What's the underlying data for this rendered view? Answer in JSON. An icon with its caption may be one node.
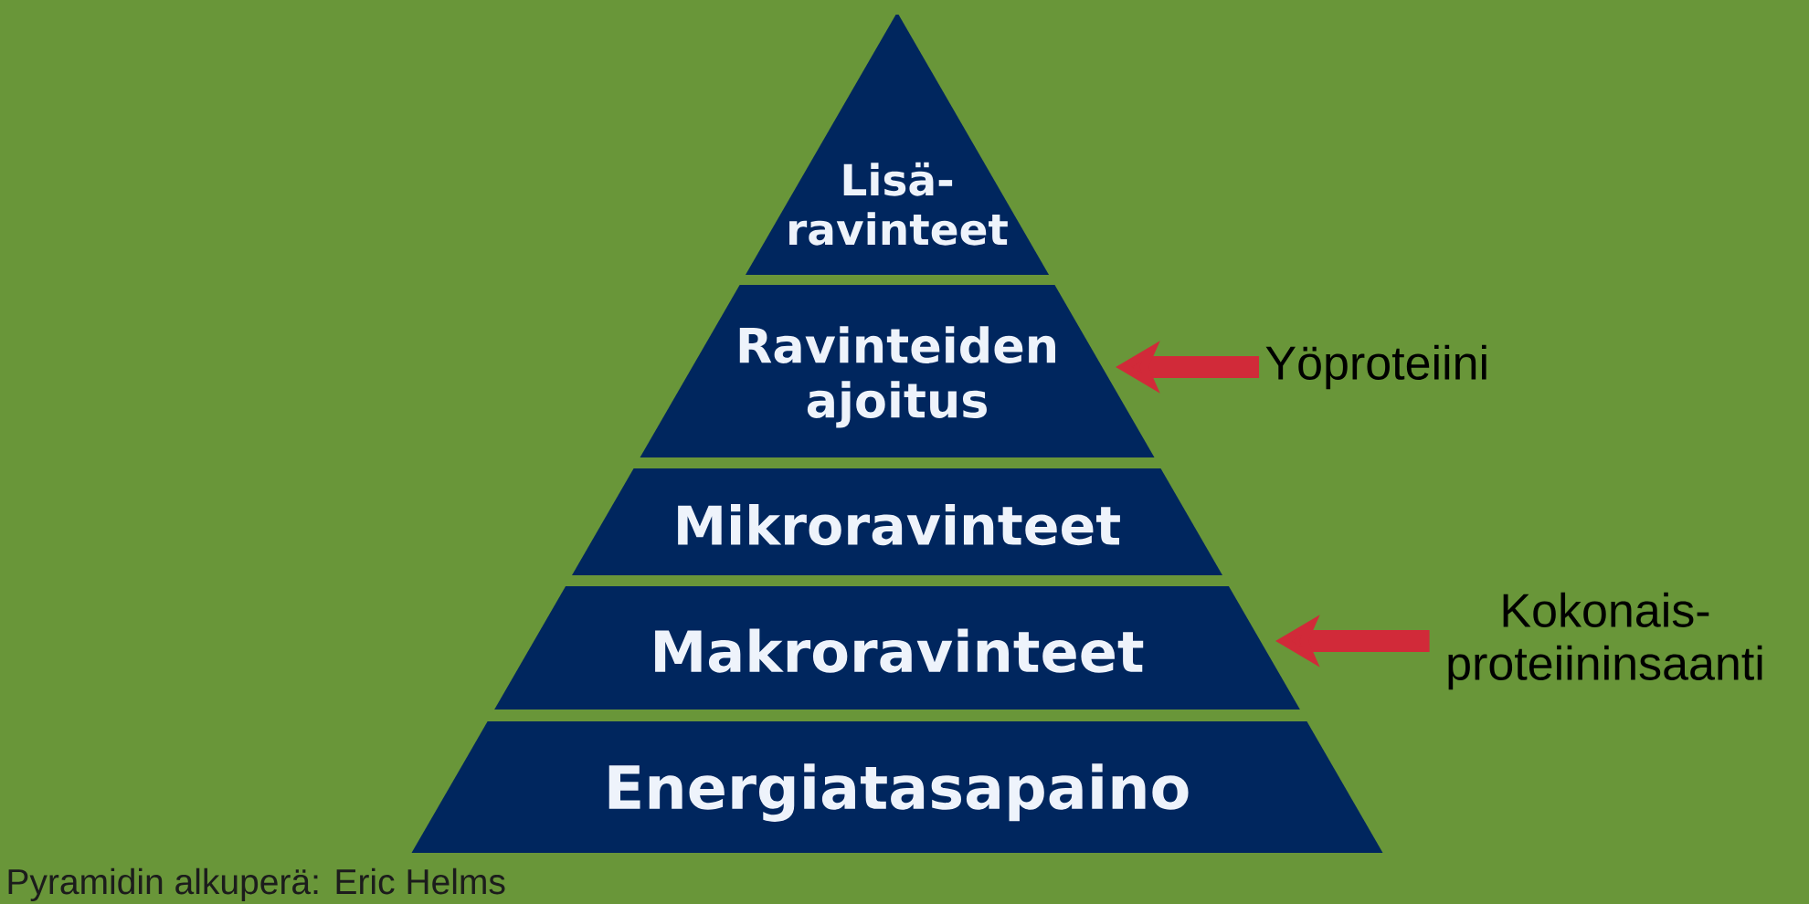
{
  "diagram": {
    "caption": "Pyramidin alkuperä: Eric Helms",
    "nodes": [
      {
        "text": [
          "Lisä- ravinteet"
        ]
      },
      {
        "text": [
          "Ravinteiden ajoitus"
        ]
      },
      {
        "text": [
          "Mikroravinteet"
        ]
      },
      {
        "text": [
          "Makroravinteet"
        ]
      },
      {
        "text": [
          "Energiatasapaino"
        ]
      },
      {
        "text": [
          "Yöproteiini"
        ]
      },
      {
        "text": [
          "Kokonais- proteiininsaanti"
        ]
      }
    ],
    "edges": [
      {
        "from": 5,
        "to": 1,
        "arrow": "to"
      },
      {
        "from": 6,
        "to": 3,
        "arrow": "to"
      }
    ]
  }
}
